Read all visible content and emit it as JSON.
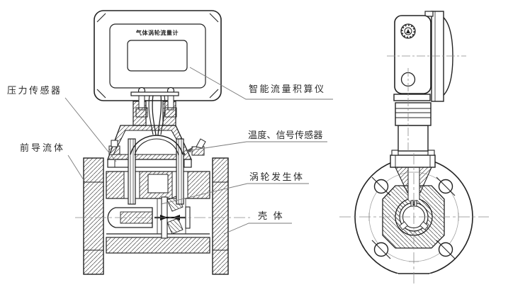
{
  "figure": {
    "display_title": "气体涡轮流量计",
    "labels": {
      "pressure_sensor": "压力传感器",
      "front_flow_conditioner": "前导流体",
      "smart_flow_totalizer": "智能流量积算仪",
      "temperature_signal_sensor": "温度、信号传感器",
      "turbine_generator_body": "涡轮发生体",
      "housing": "壳 体"
    },
    "colors": {
      "background": "#ffffff",
      "line": "#222222",
      "thin_line": "#8a8a8a",
      "label_text": "#2b2b2b"
    }
  }
}
